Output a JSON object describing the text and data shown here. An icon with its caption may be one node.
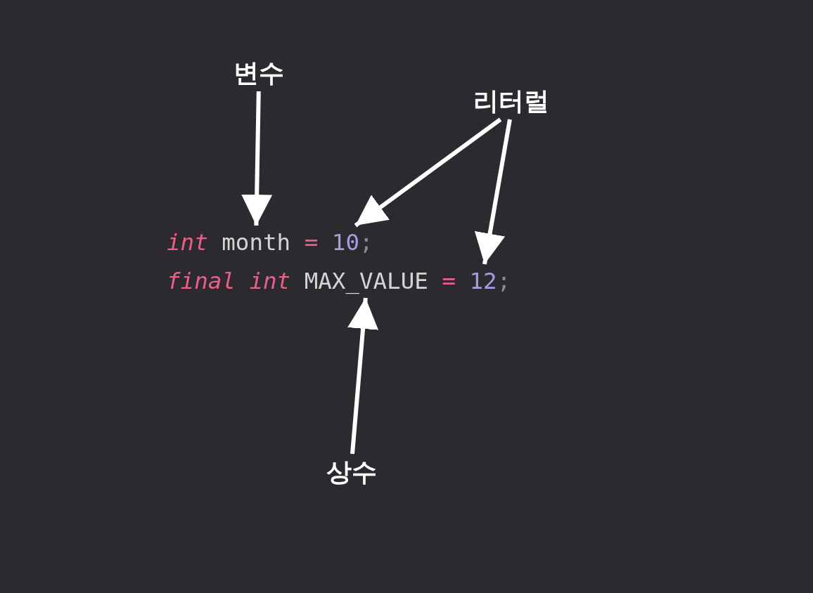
{
  "diagram": {
    "nodes": [
      {
        "text": [
          "변수"
        ]
      },
      {
        "text": [
          "리터럴"
        ]
      },
      {
        "text": [
          "month"
        ]
      },
      {
        "text": [
          "10"
        ]
      },
      {
        "text": [
          "MAX_VALUE"
        ]
      },
      {
        "text": [
          "12"
        ]
      },
      {
        "text": [
          "상수"
        ]
      }
    ],
    "edges": [
      {
        "from": 0,
        "to": 2,
        "arrow": "to"
      },
      {
        "from": 1,
        "to": 3,
        "arrow": "to"
      },
      {
        "from": 1,
        "to": 5,
        "arrow": "to"
      },
      {
        "from": 6,
        "to": 4,
        "arrow": "to"
      }
    ],
    "labels": [
      "int",
      "=",
      ";",
      "final",
      "int",
      "=",
      ";"
    ]
  }
}
